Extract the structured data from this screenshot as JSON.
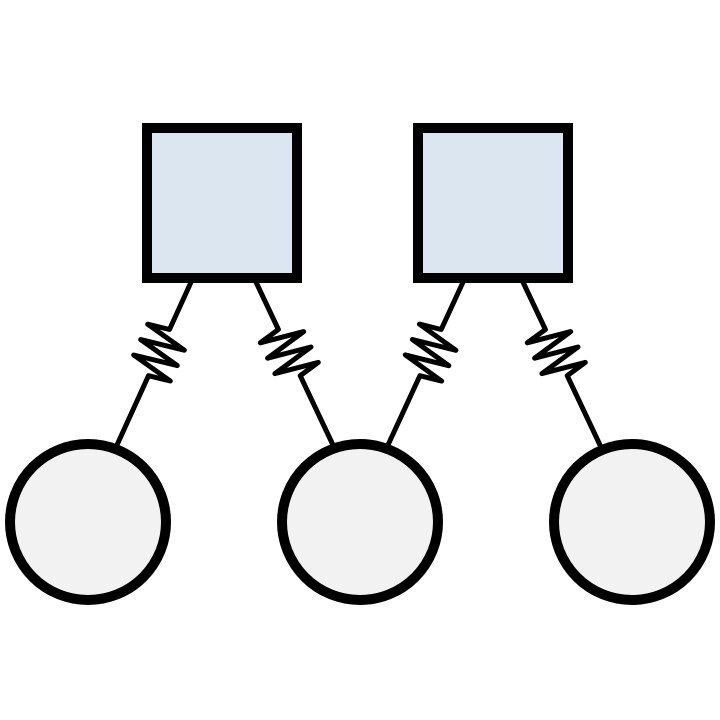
{
  "diagram": {
    "nodes": [
      {
        "id": "square-1",
        "shape": "square",
        "fill": "#dce6f1",
        "stroke": "#000000"
      },
      {
        "id": "square-2",
        "shape": "square",
        "fill": "#dce6f1",
        "stroke": "#000000"
      },
      {
        "id": "circle-1",
        "shape": "circle",
        "fill": "#f2f2f2",
        "stroke": "#000000"
      },
      {
        "id": "circle-2",
        "shape": "circle",
        "fill": "#f2f2f2",
        "stroke": "#000000"
      },
      {
        "id": "circle-3",
        "shape": "circle",
        "fill": "#f2f2f2",
        "stroke": "#000000"
      }
    ],
    "edges": [
      {
        "from": "square-1",
        "to": "circle-1",
        "style": "spring"
      },
      {
        "from": "square-1",
        "to": "circle-2",
        "style": "spring"
      },
      {
        "from": "square-2",
        "to": "circle-2",
        "style": "spring"
      },
      {
        "from": "square-2",
        "to": "circle-3",
        "style": "spring"
      }
    ],
    "colors": {
      "square_fill": "#dce6f1",
      "circle_fill": "#f2f2f2",
      "stroke": "#000000",
      "background": "#ffffff"
    }
  }
}
